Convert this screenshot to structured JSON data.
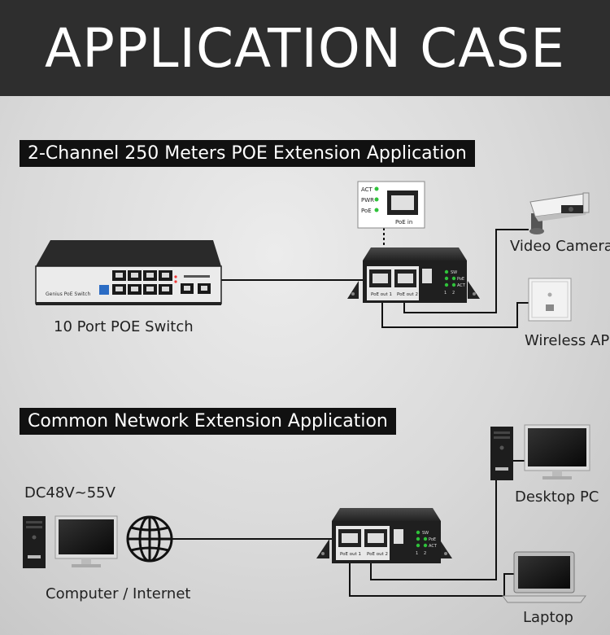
{
  "header": {
    "title": "APPLICATION CASE"
  },
  "section1": {
    "label": "2-Channel 250 Meters POE Extension Application",
    "switch_caption": "10 Port POE Switch",
    "switch_brand": "Genius PoE Switch",
    "camera_caption": "Video Camera",
    "ap_caption": "Wireless AP",
    "indicators": [
      "ACT",
      "PWR",
      "PoE"
    ],
    "poe_in_label": "PoE in",
    "out1_label": "PoE out 1",
    "out2_label": "PoE out 2"
  },
  "section2": {
    "label": "Common Network Extension Application",
    "power_caption": "DC48V~55V",
    "computer_caption": "Computer / Internet",
    "desktop_caption": "Desktop PC",
    "laptop_caption": "Laptop",
    "out1_label": "PoE out 1",
    "out2_label": "PoE out 2"
  },
  "extender_panel": {
    "sw": "SW",
    "poe": "PoE",
    "act": "ACT",
    "port1": "1",
    "port2": "2"
  },
  "colors": {
    "banner": "#2e2e2e",
    "label_bg": "#111111",
    "device": "#1f1f1f",
    "led_green": "#2fc23a",
    "cable": "#111111"
  }
}
